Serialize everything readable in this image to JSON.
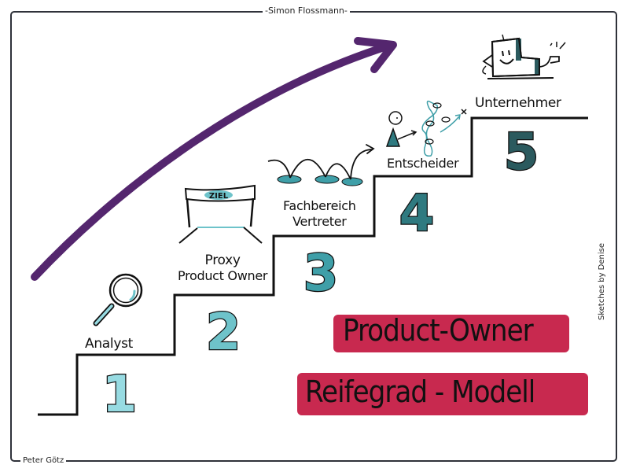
{
  "credits": {
    "top": "-Simon Flossmann-",
    "bottom": "Peter Götz",
    "right": "Sketches by Denise"
  },
  "title": {
    "line1": "Product-Owner",
    "line2": "Reifegrad - Modell"
  },
  "colors": {
    "arrow": "#54266e",
    "banner": "#c8294f",
    "step1": "#97dbe2",
    "step2": "#6ec3ca",
    "step3": "#3f9fa8",
    "step4": "#2f7a80",
    "step5": "#2b5a5e",
    "line": "#111111"
  },
  "steps": [
    {
      "number": "1",
      "label": "Analyst",
      "icon": "magnifier-icon"
    },
    {
      "number": "2",
      "label_line1": "Proxy",
      "label_line2": "Product Owner",
      "icon": "goal-banner-icon",
      "icon_text": "ZIEL"
    },
    {
      "number": "3",
      "label_line1": "Fachbereich",
      "label_line2": "Vertreter",
      "icon": "jumping-arrows-icon"
    },
    {
      "number": "4",
      "label": "Entscheider",
      "icon": "decision-maker-icon"
    },
    {
      "number": "5",
      "label": "Unternehmer",
      "icon": "boss-thumbs-up-icon"
    }
  ]
}
